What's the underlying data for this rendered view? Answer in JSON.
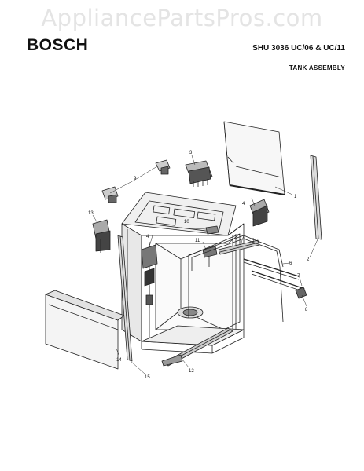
{
  "watermark": "AppliancePartsPros.com",
  "header": {
    "brand": "BOSCH",
    "model": "SHU 3036 UC/06 & UC/11",
    "section": "TANK ASSEMBLY"
  },
  "callouts": {
    "c1": "1",
    "c2": "2",
    "c3": "3",
    "c4a": "4",
    "c4b": "4",
    "c5": "5",
    "c6": "6",
    "c7": "7",
    "c8": "8",
    "c9": "9",
    "c10": "10",
    "c11": "11",
    "c12": "12",
    "c13": "13",
    "c14": "14",
    "c15": "15"
  },
  "colors": {
    "line": "#222222",
    "shade": "#555555",
    "watermark": "#e4e4e4"
  }
}
